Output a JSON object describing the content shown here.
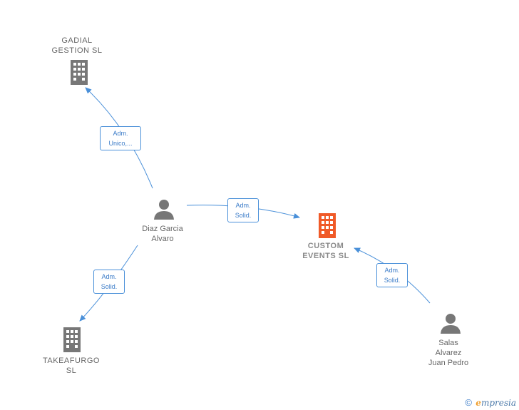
{
  "nodes": {
    "gadial": {
      "label": "GADIAL\nGESTION  SL",
      "type": "company",
      "icon": "building-icon",
      "color": "#777777"
    },
    "custom": {
      "label": "CUSTOM\nEVENTS  SL",
      "type": "company",
      "icon": "building-icon",
      "color": "#f05a28"
    },
    "takeafurgo": {
      "label": "TAKEAFURGO\nSL",
      "type": "company",
      "icon": "building-icon",
      "color": "#777777"
    },
    "diaz": {
      "label": "Diaz Garcia\nAlvaro",
      "type": "person",
      "icon": "person-icon",
      "color": "#777777"
    },
    "salas": {
      "label": "Salas\nAlvarez\nJuan Pedro",
      "type": "person",
      "icon": "person-icon",
      "color": "#777777"
    }
  },
  "edges": {
    "diaz_gadial": "Adm.\nUnico,...",
    "diaz_custom": "Adm.\nSolid.",
    "diaz_takeafurgo": "Adm.\nSolid.",
    "salas_custom": "Adm.\nSolid."
  },
  "footer": {
    "copyright": "©",
    "brand_first": "e",
    "brand_rest": "mpresia"
  },
  "colors": {
    "edge": "#4a90d9",
    "focus": "#f05a28",
    "neutral": "#777777"
  }
}
